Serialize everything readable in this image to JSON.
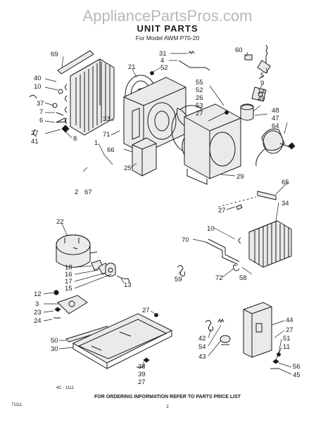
{
  "watermark": "AppliancePartsPros.com",
  "title": "UNIT PARTS",
  "subtitle": "For Model AWM P70-20",
  "footer_note": "FOR ORDERING INFORMATION REFER TO PARTS PRICE LIST",
  "page_number": "2",
  "doc_code": "71111",
  "drawing_code": "4C - 1111",
  "callouts": {
    "c69": "69",
    "c31": "31",
    "c4": "4",
    "c52a": "52",
    "c21": "21",
    "c60": "60",
    "c5": "5",
    "c9": "9",
    "c14": "14",
    "c49": "49",
    "c40": "40",
    "c10a": "10",
    "c37": "37",
    "c7": "7",
    "c6": "6",
    "c27a": "27",
    "c41": "41",
    "c8": "8",
    "c55": "55",
    "c52b": "52",
    "c26": "26",
    "c53": "53",
    "c27b": "27",
    "c48": "48",
    "c47": "47",
    "c64": "64",
    "c33": "33",
    "c71": "71",
    "c1": "1",
    "c66": "66",
    "c25": "25",
    "c29": "29",
    "c2": "2",
    "c67": "67",
    "c65": "65",
    "c34": "34",
    "c27c": "27",
    "c22": "22",
    "c10b": "10",
    "c70": "70",
    "c18": "18",
    "c16": "16",
    "c17": "17",
    "c15": "15",
    "c13": "13",
    "c59": "59",
    "c72": "72",
    "c58": "58",
    "c12": "12",
    "c3": "3",
    "c23": "23",
    "c24": "24",
    "c27d": "27",
    "c50": "50",
    "c30": "30",
    "c42": "42",
    "c54": "54",
    "c43": "43",
    "c38": "38",
    "c39": "39",
    "c27e": "27",
    "c44": "44",
    "c27f": "27",
    "c51": "51",
    "c11": "11",
    "c56": "56",
    "c45": "45"
  }
}
